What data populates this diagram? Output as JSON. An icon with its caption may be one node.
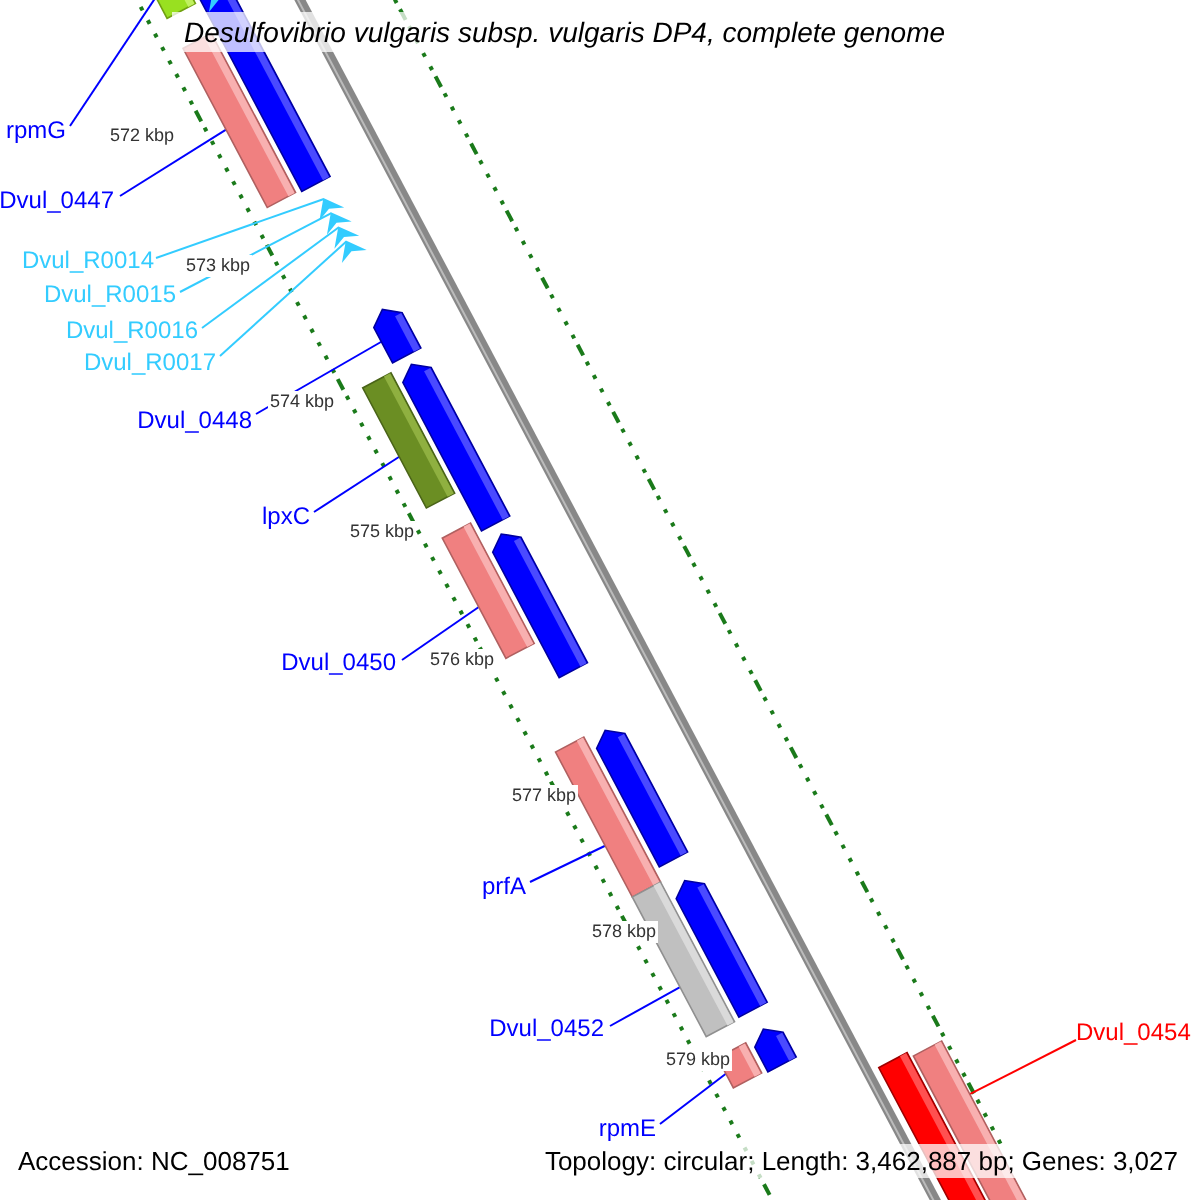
{
  "diagram": {
    "title": "Desulfovibrio vulgaris subsp. vulgaris DP4, complete genome",
    "nodes": [
      {
        "text": [
          "rpmG"
        ]
      },
      {
        "text": [
          "Dvul_0447"
        ]
      },
      {
        "text": [
          "Dvul_R0014"
        ]
      },
      {
        "text": [
          "Dvul_R0015"
        ]
      },
      {
        "text": [
          "Dvul_R0016"
        ]
      },
      {
        "text": [
          "Dvul_R0017"
        ]
      },
      {
        "text": [
          "Dvul_0448"
        ]
      },
      {
        "text": [
          "lpxC"
        ]
      },
      {
        "text": [
          "Dvul_0450"
        ]
      },
      {
        "text": [
          "prfA"
        ]
      },
      {
        "text": [
          "Dvul_0452"
        ]
      },
      {
        "text": [
          "rpmE"
        ]
      },
      {
        "text": [
          "Dvul_0454"
        ]
      },
      {
        "text": [],
        "shape": "bar"
      },
      {
        "text": [],
        "shape": "bar"
      },
      {
        "text": [],
        "shape": "triangle"
      },
      {
        "text": [],
        "shape": "triangle"
      },
      {
        "text": [],
        "shape": "triangle"
      },
      {
        "text": [],
        "shape": "triangle"
      },
      {
        "text": [],
        "shape": "bar"
      },
      {
        "text": [],
        "shape": "bar"
      },
      {
        "text": [],
        "shape": "bar"
      },
      {
        "text": [],
        "shape": "bar"
      },
      {
        "text": [],
        "shape": "bar"
      },
      {
        "text": [],
        "shape": "bar"
      },
      {
        "text": [],
        "shape": "bar"
      }
    ],
    "edges": [
      {
        "from": 0,
        "to": 13,
        "arrow": "none"
      },
      {
        "from": 1,
        "to": 14,
        "arrow": "none"
      },
      {
        "from": 2,
        "to": 15,
        "arrow": "none",
        "color": "#33ccff"
      },
      {
        "from": 3,
        "to": 16,
        "arrow": "none",
        "color": "#33ccff"
      },
      {
        "from": 4,
        "to": 17,
        "arrow": "none",
        "color": "#33ccff"
      },
      {
        "from": 5,
        "to": 18,
        "arrow": "none",
        "color": "#33ccff"
      },
      {
        "from": 6,
        "to": 19,
        "arrow": "none"
      },
      {
        "from": 7,
        "to": 20,
        "arrow": "none"
      },
      {
        "from": 8,
        "to": 21,
        "arrow": "none"
      },
      {
        "from": 9,
        "to": 22,
        "arrow": "none"
      },
      {
        "from": 10,
        "to": 23,
        "arrow": "none"
      },
      {
        "from": 11,
        "to": 24,
        "arrow": "none"
      },
      {
        "from": 12,
        "to": 25,
        "arrow": "none",
        "color": "#ff0000"
      }
    ],
    "labels": [
      "572 kbp",
      "573 kbp",
      "574 kbp",
      "575 kbp",
      "576 kbp",
      "577 kbp",
      "578 kbp",
      "579 kbp",
      "Accession: NC_008751",
      "Topology: circular; Length: 3,462,887 bp; Genes: 3,027"
    ]
  }
}
